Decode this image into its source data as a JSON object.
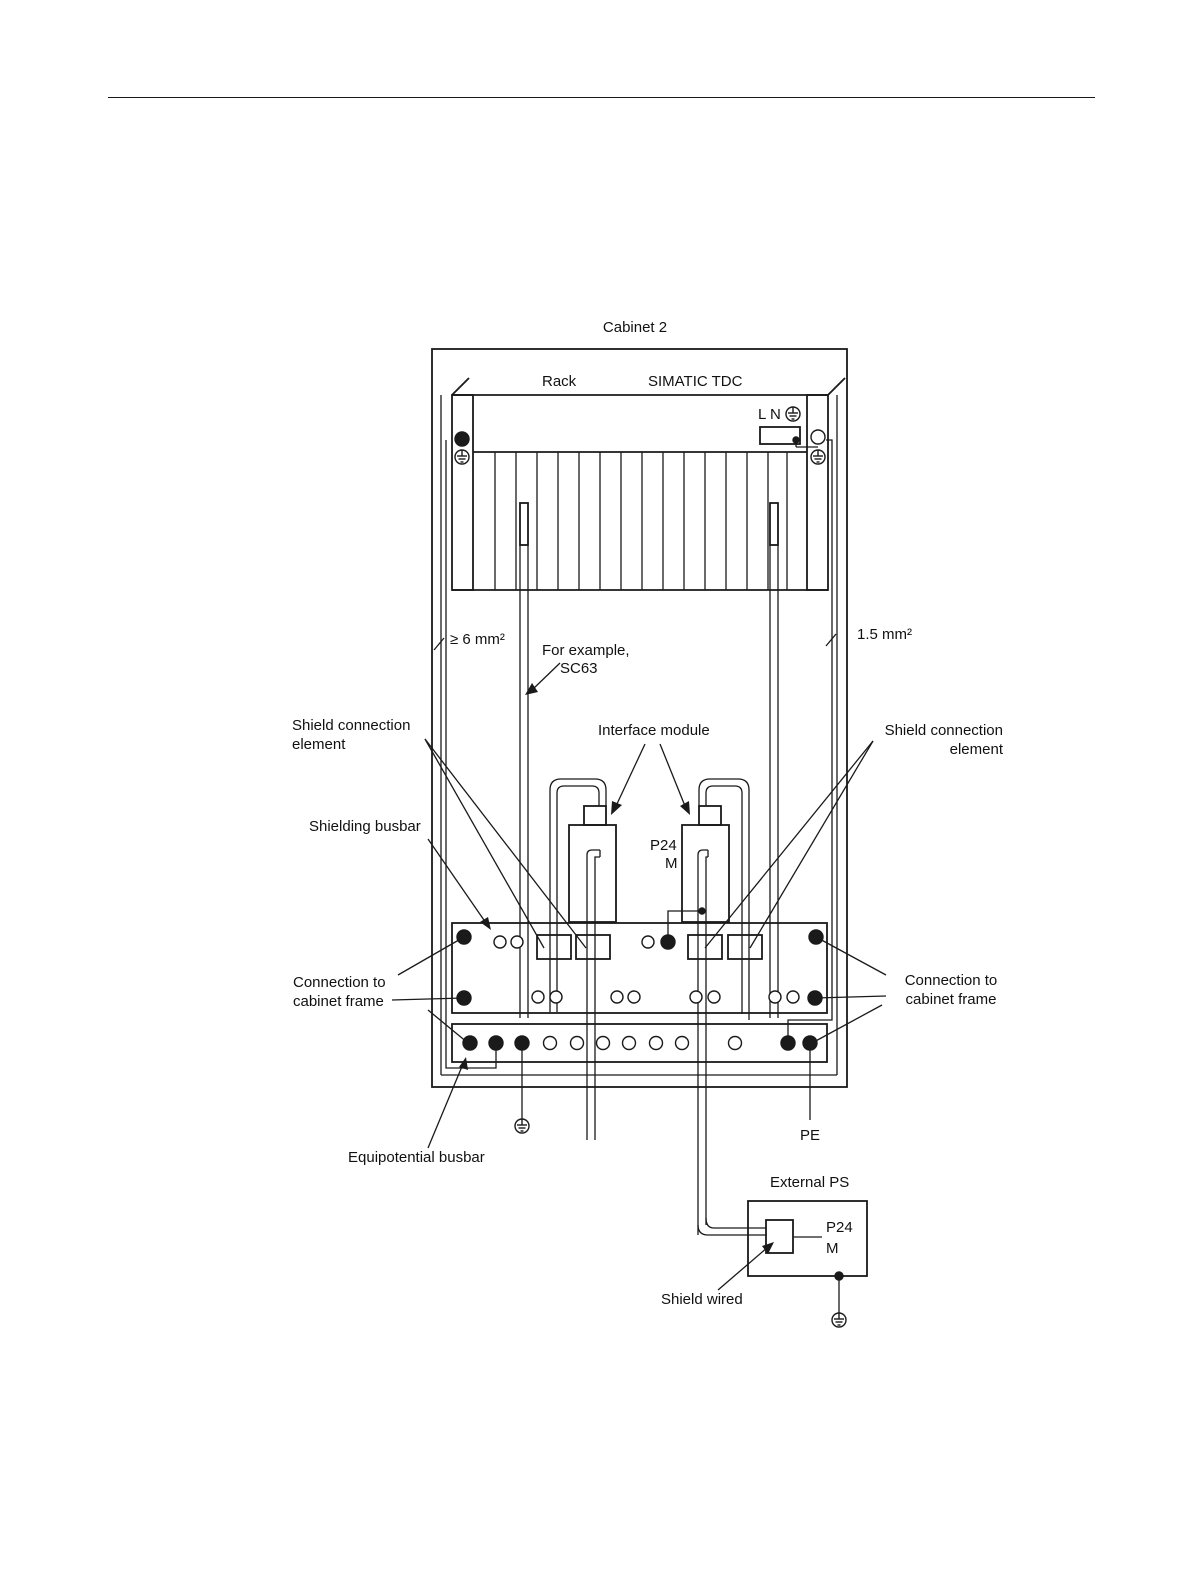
{
  "labels": {
    "cabinet": "Cabinet 2",
    "rack": "Rack",
    "simatic": "SIMATIC TDC",
    "ln": "L N",
    "wire_6": "≥ 6 mm²",
    "wire_1_5": "1.5 mm²",
    "example_1": "For example,",
    "example_2": "SC63",
    "interface_module": "Interface module",
    "shield_conn_left_1": "Shield connection",
    "shield_conn_left_2": "element",
    "shield_conn_right_1": "Shield connection",
    "shield_conn_right_2": "element",
    "shielding_busbar": "Shielding busbar",
    "p24": "P24",
    "m": "M",
    "conn_frame_left_1": "Connection to",
    "conn_frame_left_2": "cabinet frame",
    "conn_frame_right_1": "Connection to",
    "conn_frame_right_2": "cabinet frame",
    "pe": "PE",
    "equipotential_busbar": "Equipotential busbar",
    "external_ps": "External  PS",
    "ps_p24": "P24",
    "ps_m": "M",
    "shield_wired": "Shield wired"
  },
  "icons": [
    "ground-icon",
    "terminal-screw-icon",
    "arrow-icon"
  ]
}
